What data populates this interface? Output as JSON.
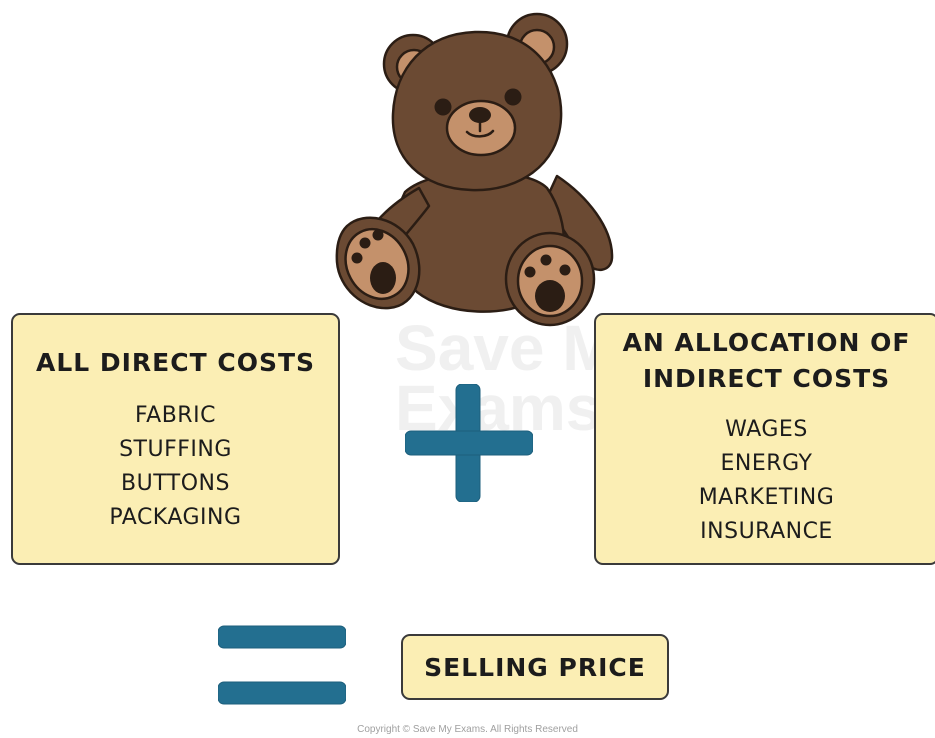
{
  "illustration": {
    "icon": "teddy-bear-icon",
    "fur_color": "#6b4a33",
    "muzzle_color": "#c4916b"
  },
  "watermark": {
    "line1": "Save My",
    "line2": "Exams"
  },
  "left_box": {
    "title": "ALL DIRECT COSTS",
    "items": [
      "FABRIC",
      "STUFFING",
      "BUTTONS",
      "PACKAGING"
    ]
  },
  "operator_plus": {
    "icon": "plus-icon",
    "color": "#236f90"
  },
  "right_box": {
    "title": "AN ALLOCATION OF INDIRECT COSTS",
    "items": [
      "WAGES",
      "ENERGY",
      "MARKETING",
      "INSURANCE"
    ]
  },
  "operator_equals": {
    "icon": "equals-icon",
    "color": "#236f90"
  },
  "result": {
    "label": "SELLING PRICE"
  },
  "box_fill": "#fbeeb4",
  "footer": {
    "copyright": "Copyright © Save My Exams. All Rights Reserved"
  }
}
